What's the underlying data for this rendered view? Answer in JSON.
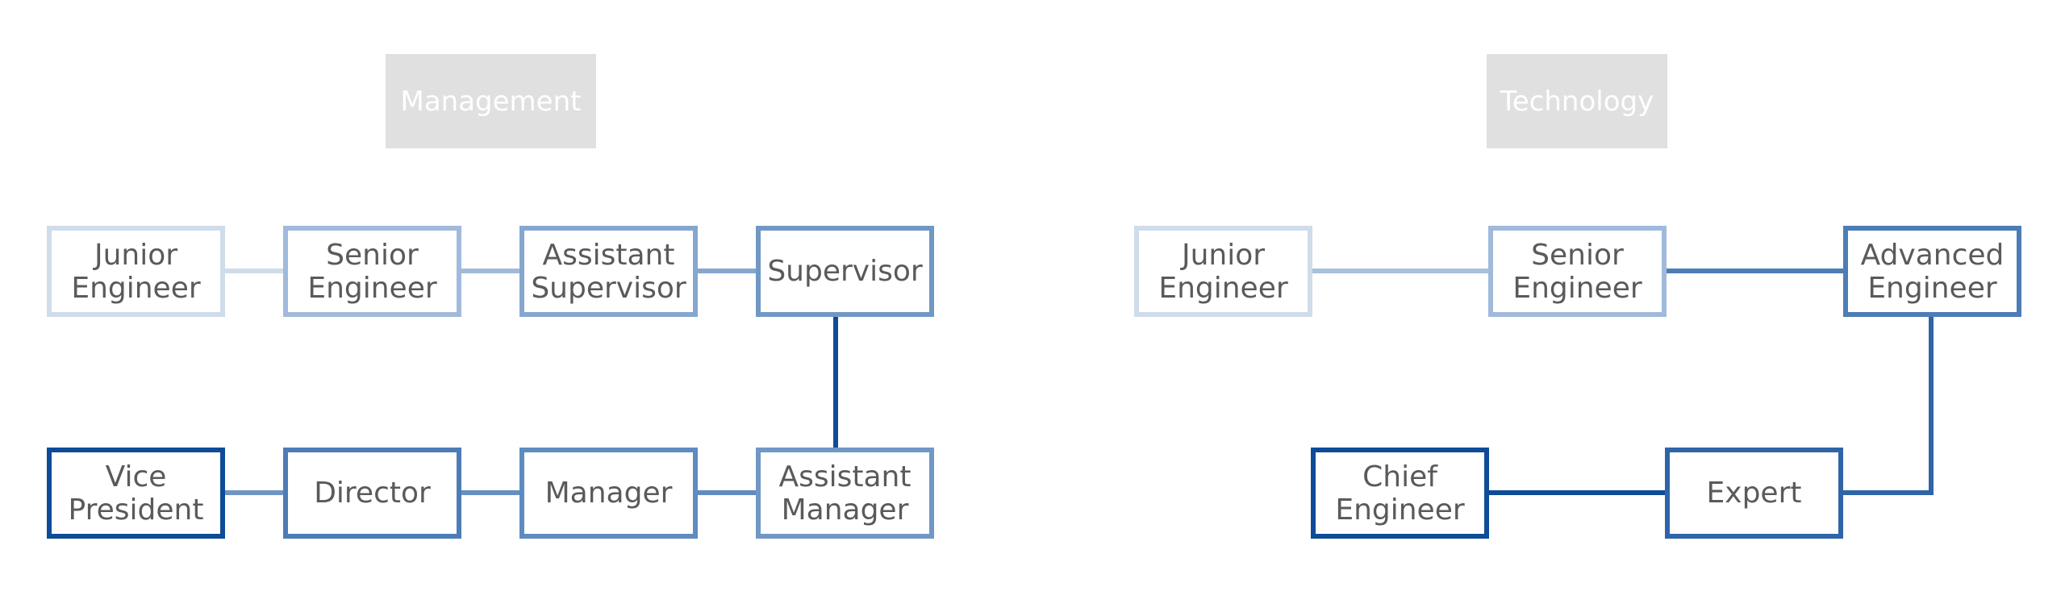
{
  "panels": {
    "management": {
      "header": "Management",
      "nodes": {
        "junior_engineer": "Junior\nEngineer",
        "senior_engineer": "Senior\nEngineer",
        "assistant_supervisor": "Assistant\nSupervisor",
        "supervisor": "Supervisor",
        "assistant_manager": "Assistant\nManager",
        "manager": "Manager",
        "director": "Director",
        "vice_president": "Vice\nPresident"
      }
    },
    "technology": {
      "header": "Technology",
      "nodes": {
        "junior_engineer": "Junior\nEngineer",
        "senior_engineer": "Senior\nEngineer",
        "advanced_engineer": "Advanced\nEngineer",
        "expert": "Expert",
        "chief_engineer": "Chief\nEngineer"
      }
    }
  },
  "colors": {
    "header_bg": "#e0e0e0",
    "header_text": "#ffffff",
    "node_text": "#5a5a5a",
    "level_1": "#cfdcea",
    "level_2": "#a1badb",
    "level_3": "#85a7cf",
    "level_4": "#7198c5",
    "level_5": "#5f8cc0",
    "level_6": "#4d7db6",
    "level_7": "#2f65a8",
    "level_8": "#0f4c97"
  }
}
